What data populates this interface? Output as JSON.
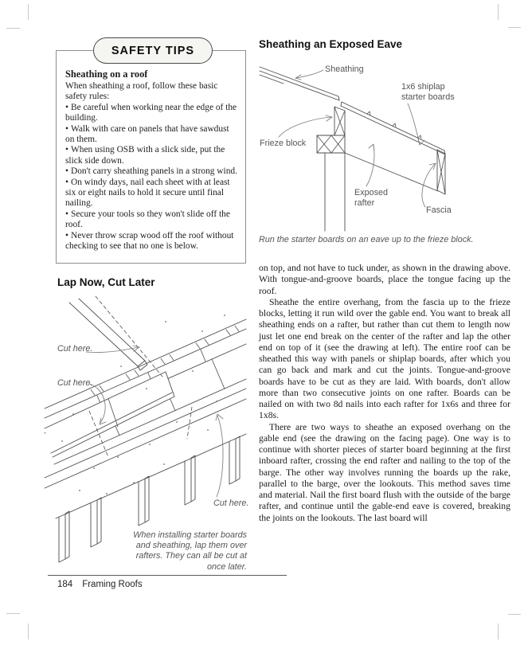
{
  "safety_box": {
    "badge": "SAFETY TIPS",
    "heading": "Sheathing on a roof",
    "intro": "When sheathing a roof, follow these basic safety rules:",
    "bullet": "•",
    "items": [
      "Be careful when working near the edge of the building.",
      "Walk with care on panels that have sawdust on them.",
      "When using OSB with a slick side, put the slick side down.",
      "Don't carry sheathing panels in a strong wind.",
      "On windy days, nail each sheet with at least six or eight nails to hold it secure until final nailing.",
      "Secure your tools so they won't slide off the roof.",
      "Never throw scrap wood off the roof without checking to see that no one is below."
    ]
  },
  "lap_figure": {
    "title": "Lap Now, Cut Later",
    "cut_label_1": "Cut here.",
    "cut_label_2": "Cut here.",
    "cut_label_3": "Cut here.",
    "caption": "When installing starter boards and sheathing, lap them over rafters. They can all be cut at once later."
  },
  "eave_figure": {
    "title": "Sheathing an Exposed Eave",
    "label_sheathing": "Sheathing",
    "label_shiplap_1": "1x6 shiplap",
    "label_shiplap_2": "starter boards",
    "label_frieze": "Frieze block",
    "label_exposed_1": "Exposed",
    "label_exposed_2": "rafter",
    "label_fascia": "Fascia",
    "caption": "Run the starter boards on an eave up to the frieze block."
  },
  "body": {
    "p1": "on top, and not have to tuck under, as shown in the drawing above. With tongue-and-groove boards, place the tongue facing up the roof.",
    "p2": "Sheathe the entire overhang, from the fascia up to the frieze blocks, letting it run wild over the gable end. You want to break all sheathing ends on a rafter, but rather than cut them to length now just let one end break on the center of the rafter and lap the other end on top of it (see the drawing at left). The entire roof can be sheathed this way with panels or shiplap boards, after which you can go back and mark and cut the joints. Tongue-and-groove boards have to be cut as they are laid. With boards, don't allow more than two consecutive joints on one rafter. Boards can be nailed on with two 8d nails into each rafter for 1x6s and three for 1x8s.",
    "p3": "There are two ways to sheathe an exposed overhang on the gable end (see the drawing on the facing page). One way is to continue with shorter pieces of starter board beginning at the first inboard rafter, crossing the end rafter and nailing to the top of the barge. The other way involves running the boards up the rake, parallel to the barge, over the lookouts. This method saves time and material. Nail the first board flush with the outside of the barge rafter, and continue until the gable-end eave is covered, breaking the joints on the lookouts. The last board will"
  },
  "footer": {
    "page_number": "184",
    "book_title": "Framing Roofs"
  },
  "colors": {
    "line": "#4d4d4d",
    "label": "#555555",
    "badge_fill": "#f5f5f2"
  }
}
